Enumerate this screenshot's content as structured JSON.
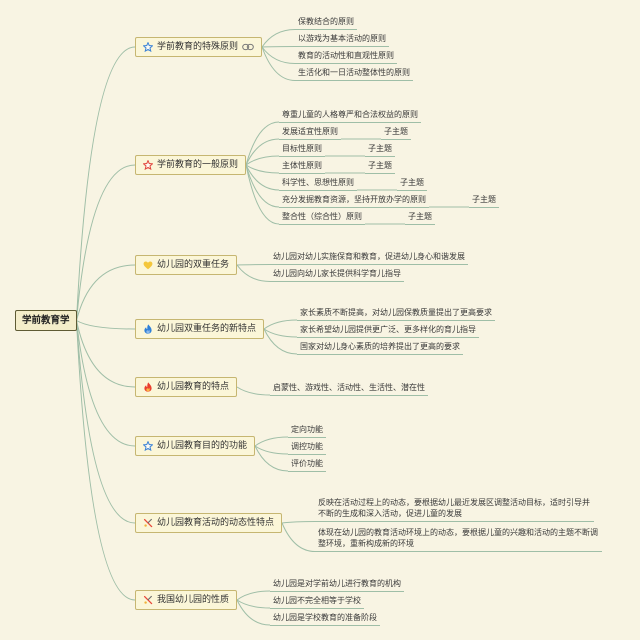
{
  "root": {
    "label": "学前教育学"
  },
  "colors": {
    "background": "#f8f4e3",
    "line": "#9fbea7",
    "topic_fill": "#fbf6d8",
    "topic_border": "#c6b671",
    "root_fill": "#f4edca",
    "root_border": "#5f5b34",
    "text": "#333333"
  },
  "topics": [
    {
      "label": "学前教育的特殊原则",
      "icon": "star-icon",
      "icon_color": "#3b82d6",
      "extra_icon": "link-icon",
      "children": [
        {
          "label": "保教结合的原则"
        },
        {
          "label": "以游戏为基本活动的原则"
        },
        {
          "label": "教育的活动性和直观性原则"
        },
        {
          "label": "生活化和一日活动整体性的原则"
        }
      ]
    },
    {
      "label": "学前教育的一般原则",
      "icon": "star-icon",
      "icon_color": "#e0453c",
      "children": [
        {
          "label": "尊重儿童的人格尊严和合法权益的原则"
        },
        {
          "label": "发展适宜性原则",
          "subtopic": "子主题"
        },
        {
          "label": "目标性原则",
          "subtopic": "子主题"
        },
        {
          "label": "主体性原则",
          "subtopic": "子主题"
        },
        {
          "label": "科学性、思想性原则",
          "subtopic": "子主题"
        },
        {
          "label": "充分发掘教育资源，坚持开放办学的原则",
          "subtopic": "子主题"
        },
        {
          "label": "整合性（综合性）原则",
          "subtopic": "子主题"
        }
      ]
    },
    {
      "label": "幼儿园的双重任务",
      "icon": "heart-icon",
      "icon_color": "#f4c73b",
      "children": [
        {
          "label": "幼儿园对幼儿实施保育和教育，促进幼儿身心和谐发展"
        },
        {
          "label": "幼儿园向幼儿家长提供科学育儿指导"
        }
      ]
    },
    {
      "label": "幼儿园双重任务的新特点",
      "icon": "flame-icon",
      "icon_color": "#2f80d9",
      "children": [
        {
          "label": "家长素质不断提高，对幼儿园保教质量提出了更高要求"
        },
        {
          "label": "家长希望幼儿园提供更广泛、更多样化的育儿指导"
        },
        {
          "label": "国家对幼儿身心素质的培养提出了更高的要求"
        }
      ]
    },
    {
      "label": "幼儿园教育的特点",
      "icon": "flame-icon",
      "icon_color": "#ea3f2e",
      "children": [
        {
          "label": "启蒙性、游戏性、活动性、生活性、潜在性"
        }
      ]
    },
    {
      "label": "幼儿园教育目的的功能",
      "icon": "star-icon",
      "icon_color": "#3b82d6",
      "children": [
        {
          "label": "定向功能"
        },
        {
          "label": "调控功能"
        },
        {
          "label": "评价功能"
        }
      ]
    },
    {
      "label": "幼儿园教育活动的动态性特点",
      "icon": "tools-icon",
      "icon_color": "#e8493b",
      "children": [
        {
          "label": "反映在活动过程上的动态，要根据幼儿最近发展区调整活动目标，适时引导并不断的生成和深入活动，促进儿童的发展"
        },
        {
          "label": "体现在幼儿园的教育活动环境上的动态，要根据儿童的兴趣和活动的主题不断调整环境，重新构成新的环境"
        }
      ]
    },
    {
      "label": "我国幼儿园的性质",
      "icon": "tools-icon",
      "icon_color": "#e8493b",
      "children": [
        {
          "label": "幼儿园是对学前幼儿进行教育的机构"
        },
        {
          "label": "幼儿园不完全相等于学校"
        },
        {
          "label": "幼儿园是学校教育的准备阶段"
        }
      ]
    }
  ]
}
